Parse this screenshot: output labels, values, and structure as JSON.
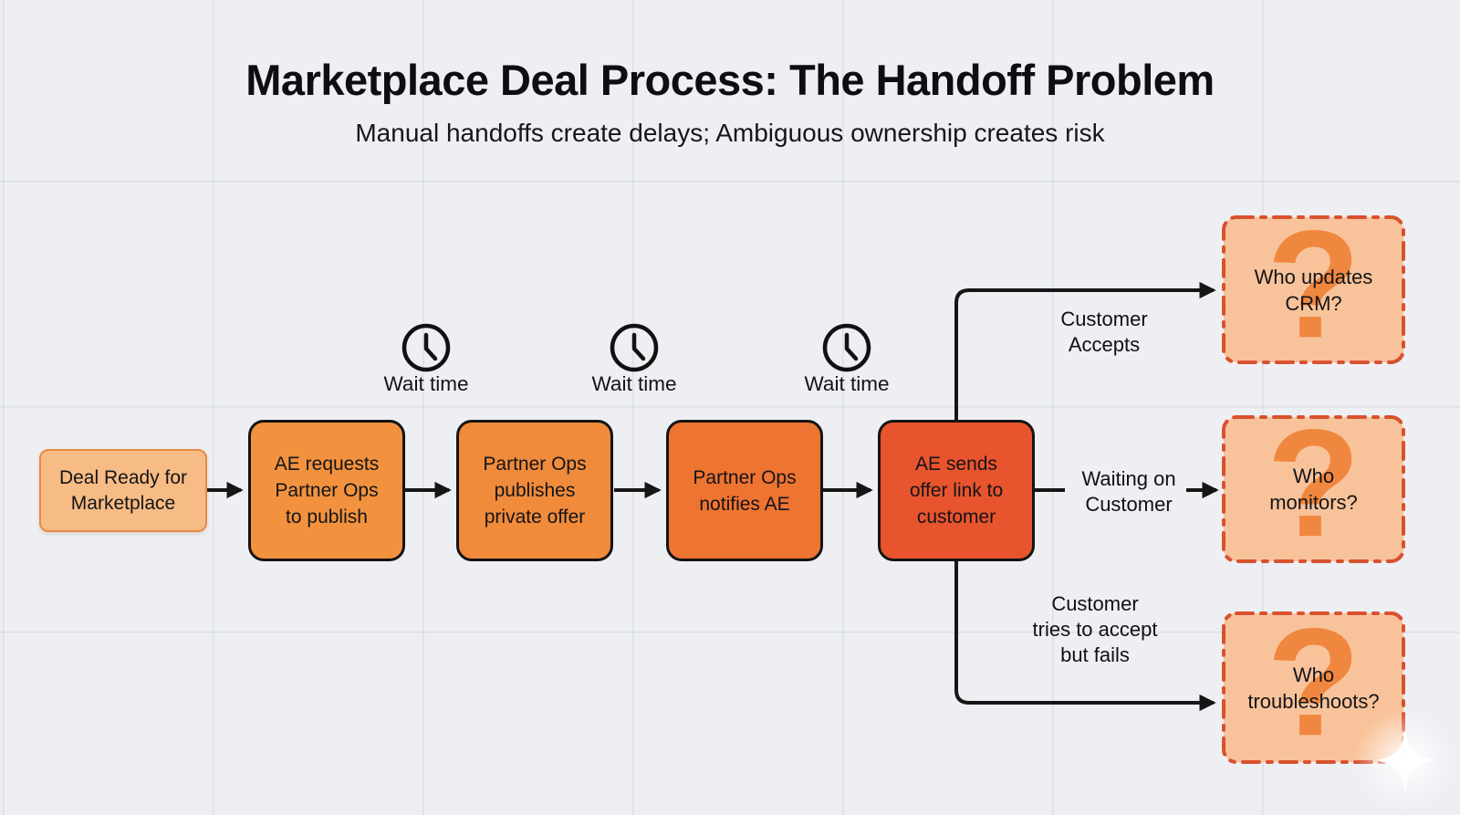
{
  "title": "Marketplace Deal Process: The Handoff Problem",
  "subtitle": "Manual handoffs create delays; Ambiguous ownership creates risk",
  "flow": {
    "type": "flowchart",
    "start": {
      "label": "Deal Ready for\nMarketplace"
    },
    "steps": [
      {
        "label": "AE requests\nPartner Ops\nto publish"
      },
      {
        "label": "Partner Ops\npublishes\nprivate offer"
      },
      {
        "label": "Partner Ops\nnotifies AE"
      },
      {
        "label": "AE sends\noffer link to\ncustomer"
      }
    ],
    "wait_label": "Wait time",
    "wait_icon": "clock-icon",
    "branches": [
      {
        "condition": "Customer\nAccepts",
        "question": "Who updates\nCRM?"
      },
      {
        "condition": "Waiting on\nCustomer",
        "question": "Who\nmonitors?"
      },
      {
        "condition": "Customer\ntries to accept\nbut fails",
        "question": "Who\ntroubleshoots?"
      }
    ],
    "question_mark": "?"
  },
  "colors": {
    "background": "#edeff3",
    "grid_line": "rgba(116,128,152,0.14)",
    "start_fill": "#f7bc85",
    "start_border": "#e98a45",
    "step_fills": [
      "#f2923e",
      "#f08b3b",
      "#ee7432",
      "#e8542d"
    ],
    "step_border": "#141414",
    "question_fill": "#f8c39a",
    "question_border": "#d9512e",
    "question_mark_color": "#f08238",
    "arrow": "#161616",
    "text": "#141418"
  }
}
